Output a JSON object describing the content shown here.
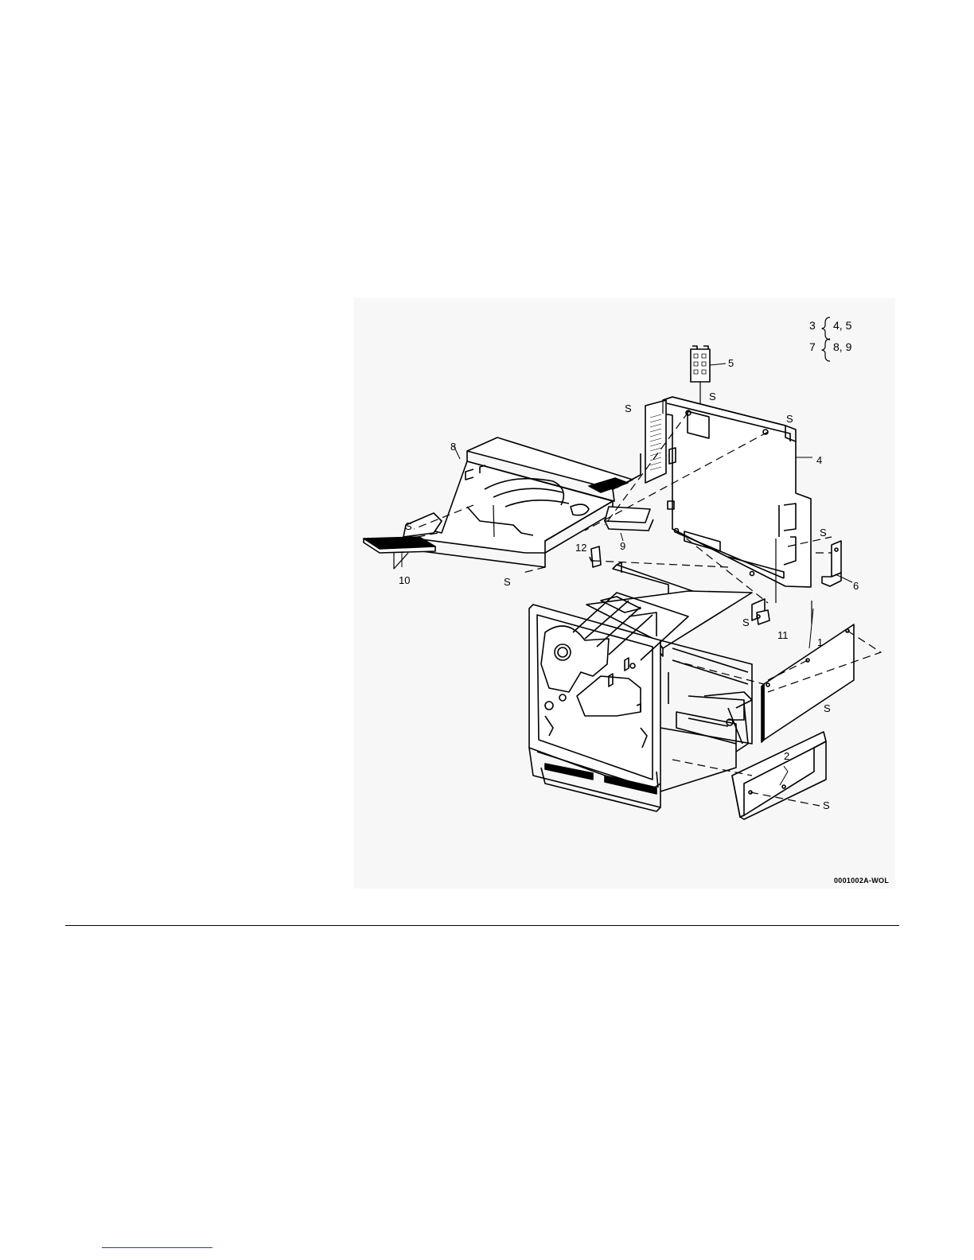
{
  "legend": [
    {
      "parent": "3",
      "children": "4, 5"
    },
    {
      "parent": "7",
      "children": "8, 9"
    }
  ],
  "callouts": {
    "c1": "1",
    "c2": "2",
    "c4": "4",
    "c5": "5",
    "c6": "6",
    "c8": "8",
    "c9": "9",
    "c10": "10",
    "c11": "11",
    "c12": "12"
  },
  "screw_label": "S",
  "figure_id": "0001002A-WOL"
}
